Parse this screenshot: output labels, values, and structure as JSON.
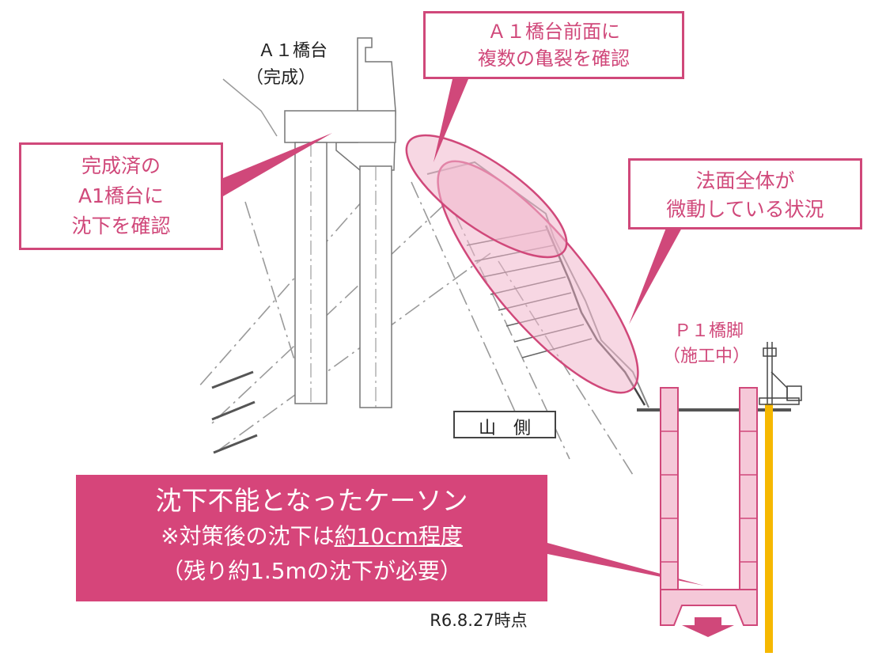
{
  "colors": {
    "accent": "#d0487a",
    "fill_pink": "#f0b6cc",
    "box_fill": "#d6457a",
    "pile_yellow": "#f6b800",
    "line_gray": "#8a8a8a"
  },
  "labels": {
    "a1_title": "Ａ１橋台",
    "a1_status": "（完成）",
    "p1_title": "Ｐ１橋脚",
    "p1_status": "（施工中）",
    "mountain_side": "山　側",
    "date": "R6.8.27時点"
  },
  "callouts": {
    "crack": {
      "line1": "Ａ１橋台前面に",
      "line2": "複数の亀裂を確認"
    },
    "settle": {
      "line1": "完成済の",
      "line2": "A1橋台に",
      "line3": "沈下を確認"
    },
    "slope": {
      "line1": "法面全体が",
      "line2": "微動している状況"
    },
    "caisson": {
      "line1": "沈下不能となったケーソン",
      "line2_prefix": "※対策後の沈下は",
      "line2_underline": "約10cm程度",
      "line3": "（残り約1.5mの沈下が必要）"
    }
  }
}
